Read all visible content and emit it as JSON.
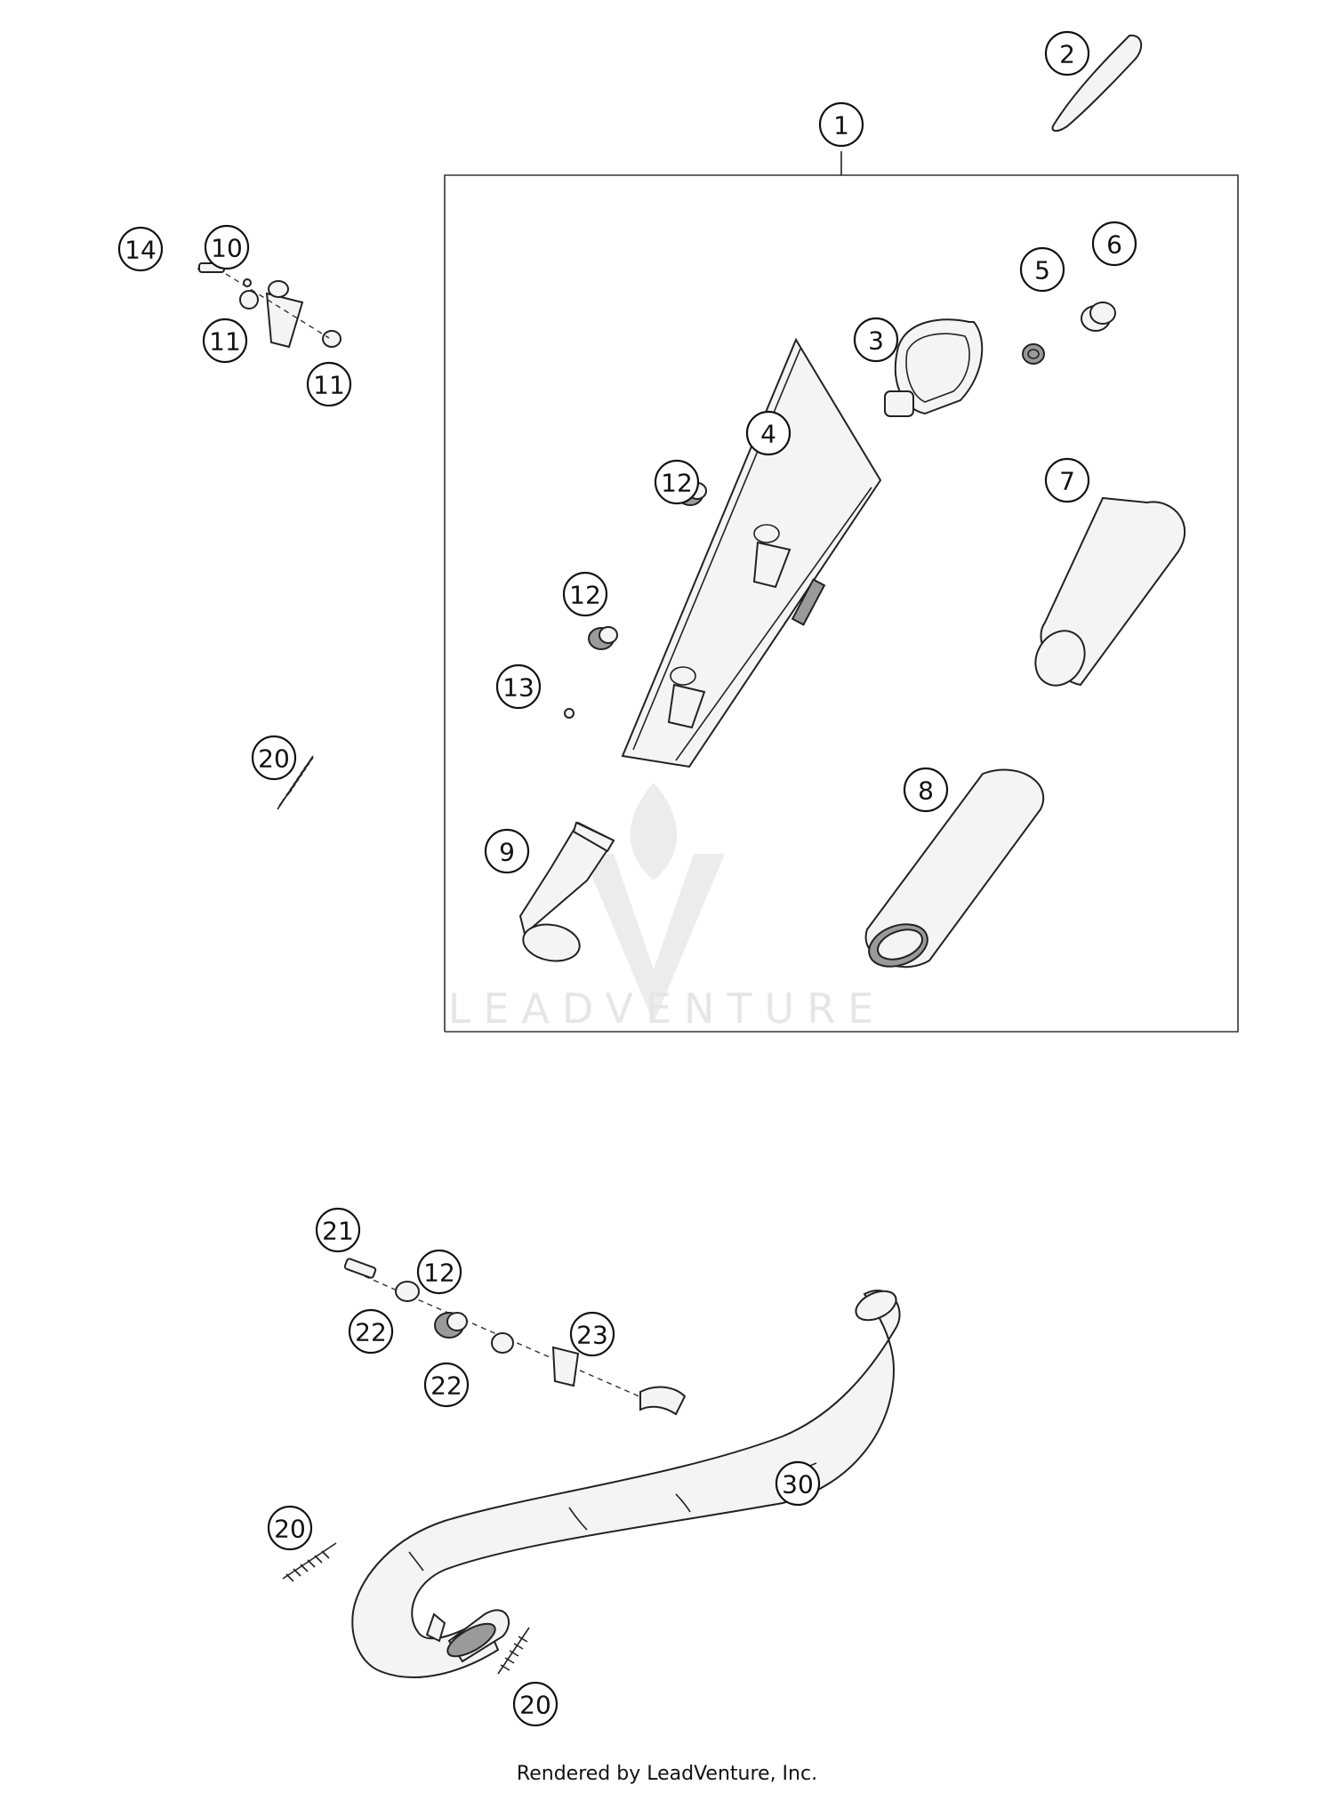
{
  "watermark": {
    "text": "LEADVENTURE"
  },
  "footer": {
    "text": "Rendered by LeadVenture, Inc."
  },
  "callouts": [
    {
      "id": "c1",
      "label": "1"
    },
    {
      "id": "c2",
      "label": "2"
    },
    {
      "id": "c3",
      "label": "3"
    },
    {
      "id": "c4",
      "label": "4"
    },
    {
      "id": "c5",
      "label": "5"
    },
    {
      "id": "c6",
      "label": "6"
    },
    {
      "id": "c7",
      "label": "7"
    },
    {
      "id": "c8",
      "label": "8"
    },
    {
      "id": "c9",
      "label": "9"
    },
    {
      "id": "c10",
      "label": "10"
    },
    {
      "id": "c11a",
      "label": "11"
    },
    {
      "id": "c11b",
      "label": "11"
    },
    {
      "id": "c12a",
      "label": "12"
    },
    {
      "id": "c12b",
      "label": "12"
    },
    {
      "id": "c12c",
      "label": "12"
    },
    {
      "id": "c13",
      "label": "13"
    },
    {
      "id": "c14",
      "label": "14"
    },
    {
      "id": "c20a",
      "label": "20"
    },
    {
      "id": "c20b",
      "label": "20"
    },
    {
      "id": "c20c",
      "label": "20"
    },
    {
      "id": "c21",
      "label": "21"
    },
    {
      "id": "c22a",
      "label": "22"
    },
    {
      "id": "c22b",
      "label": "22"
    },
    {
      "id": "c23",
      "label": "23"
    },
    {
      "id": "c30",
      "label": "30"
    }
  ]
}
